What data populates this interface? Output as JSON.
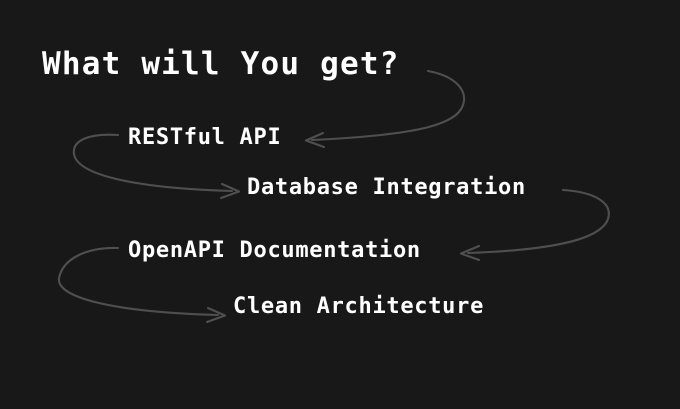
{
  "slide": {
    "background_color": "#181818",
    "text_color": "#ffffff",
    "arrow_color": "#4f4f4f",
    "title": "What will You get?",
    "items": [
      {
        "label": "RESTful API"
      },
      {
        "label": "Database Integration"
      },
      {
        "label": "OpenAPI Documentation"
      },
      {
        "label": "Clean Architecture"
      }
    ],
    "connectors": [
      {
        "name": "title-to-restful-api",
        "direction": "left"
      },
      {
        "name": "restful-api-to-database-integration",
        "direction": "right"
      },
      {
        "name": "database-integration-to-openapi-documentation",
        "direction": "left"
      },
      {
        "name": "openapi-documentation-to-clean-architecture",
        "direction": "right"
      }
    ]
  }
}
